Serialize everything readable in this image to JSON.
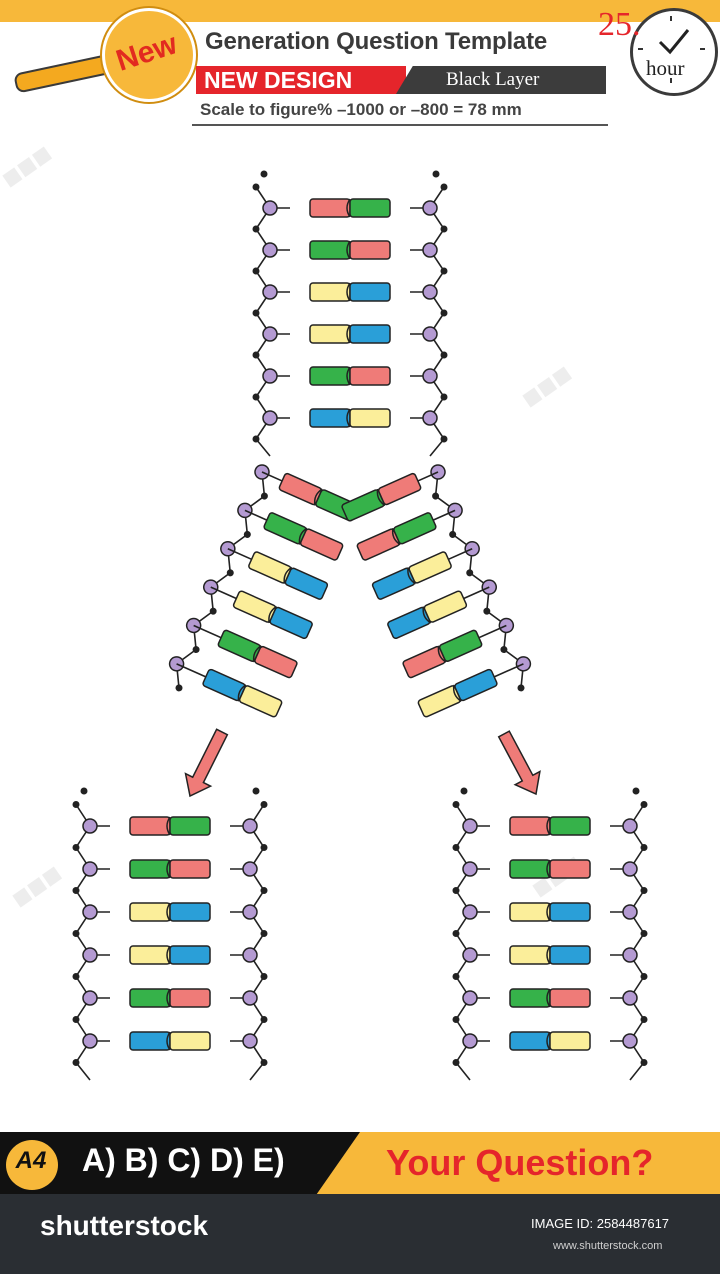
{
  "header": {
    "badge_new": "New",
    "title": "Generation Question Template",
    "new_design": "NEW DESIGN",
    "black_layer": "Black Layer",
    "scale_text": "Scale to figure% –1000 or –800 = 78 mm",
    "number": "25.",
    "hour": "hour"
  },
  "diagram": {
    "colors": {
      "red": "#ef7b78",
      "green": "#36b24a",
      "yellow": "#fbee9a",
      "blue": "#2a9fd8",
      "node": "#b49ad2",
      "line": "#222222",
      "arrow": "#ef7b78"
    },
    "parent_pairs": [
      [
        "red-notch",
        "green-notch"
      ],
      [
        "green-notch",
        "red-notch"
      ],
      [
        "yellow-notch",
        "blue-notch"
      ],
      [
        "yellow-notch",
        "blue-notch"
      ],
      [
        "green-notch",
        "red-notch"
      ],
      [
        "blue-notch",
        "yellow-notch"
      ]
    ],
    "daughter_left_pairs": [
      [
        "red-notch",
        "green-notch"
      ],
      [
        "green-notch",
        "red-notch"
      ],
      [
        "yellow-notch",
        "blue-notch"
      ],
      [
        "yellow-notch",
        "blue-notch"
      ],
      [
        "green-notch",
        "red-notch"
      ],
      [
        "blue-notch",
        "yellow-notch"
      ]
    ],
    "daughter_right_pairs": [
      [
        "red-notch",
        "green-notch"
      ],
      [
        "green-notch",
        "red-notch"
      ],
      [
        "yellow-notch",
        "blue-notch"
      ],
      [
        "yellow-notch",
        "blue-notch"
      ],
      [
        "green-notch",
        "red-notch"
      ],
      [
        "blue-notch",
        "yellow-notch"
      ]
    ]
  },
  "footer": {
    "badge": "A4",
    "answers": "A) B) C) D) E)",
    "prompt": "Your Question?",
    "stock_logo": "shutterstock",
    "image_id": "IMAGE ID: 2584487617",
    "url": "www.shutterstock.com"
  }
}
